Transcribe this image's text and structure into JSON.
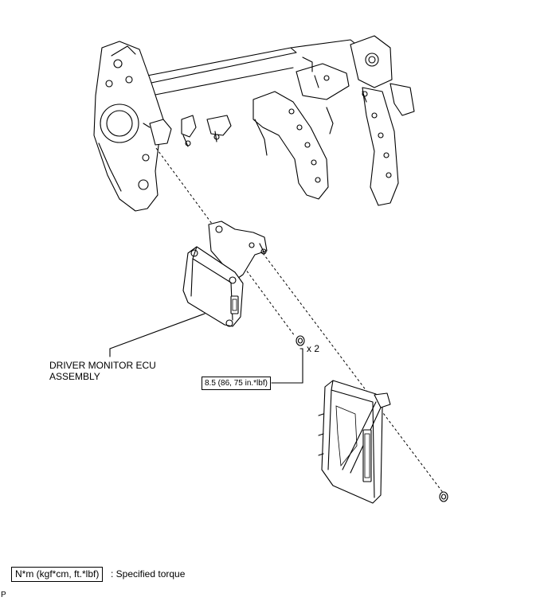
{
  "labels": {
    "ecu_name_line1": "DRIVER MONITOR ECU",
    "ecu_name_line2": "ASSEMBLY",
    "quantity": "x 2",
    "torque_value": "8.5 (86, 75 in.*lbf)"
  },
  "legend": {
    "unit_box": "N*m (kgf*cm, ft.*lbf)",
    "description": ": Specified torque"
  },
  "corner_mark": "P"
}
